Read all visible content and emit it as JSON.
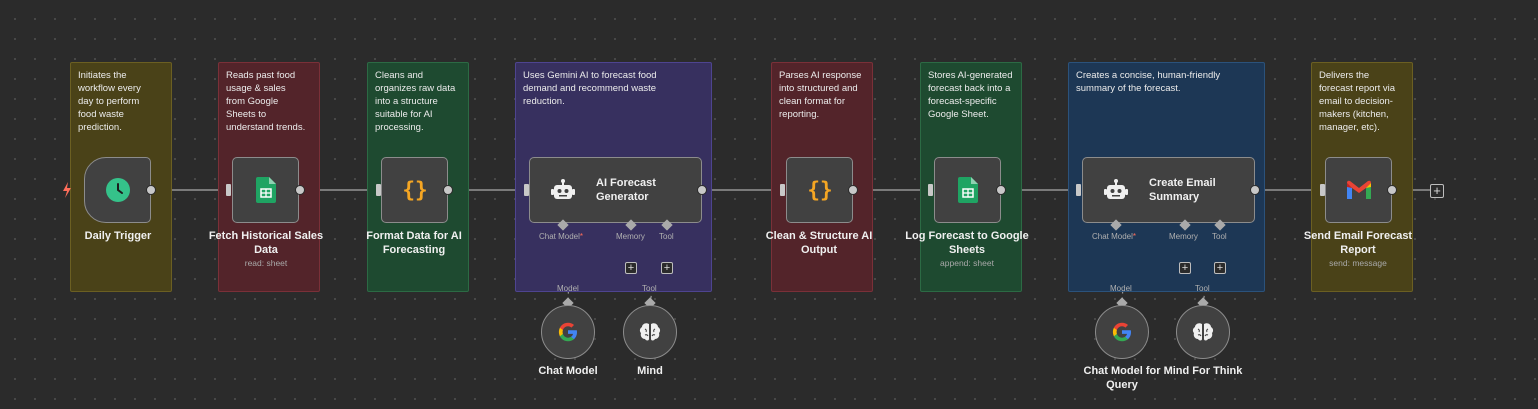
{
  "notes": [
    {
      "text": "Initiates the workflow every day to perform food waste prediction.",
      "color": "yellow"
    },
    {
      "text": "Reads past food usage & sales from Google Sheets to understand trends.",
      "color": "red"
    },
    {
      "text": "Cleans and organizes raw data into a structure suitable for AI processing.",
      "color": "green"
    },
    {
      "text": "Uses Gemini AI to forecast food demand and recommend waste reduction.",
      "color": "purple"
    },
    {
      "text": "Parses AI response into structured and clean format for reporting.",
      "color": "red"
    },
    {
      "text": "Stores AI-generated forecast back into a forecast-specific Google Sheet.",
      "color": "green"
    },
    {
      "text": "Creates a concise, human-friendly summary of the forecast.",
      "color": "blue"
    },
    {
      "text": "Delivers the forecast report via email to decision-makers (kitchen, manager, etc).",
      "color": "yellow"
    }
  ],
  "nodes": {
    "daily_trigger": {
      "title": "Daily Trigger",
      "icon": "clock-icon"
    },
    "fetch_sales": {
      "title": "Fetch Historical Sales Data",
      "subtitle": "read: sheet",
      "icon": "google-sheets-icon"
    },
    "format_data": {
      "title": "Format Data for AI Forecasting",
      "icon": "code-braces-icon"
    },
    "ai_forecast": {
      "title": "AI Forecast Generator",
      "icon": "robot-icon"
    },
    "clean_output": {
      "title": "Clean & Structure AI Output",
      "icon": "code-braces-icon"
    },
    "log_forecast": {
      "title": "Log Forecast to Google Sheets",
      "subtitle": "append: sheet",
      "icon": "google-sheets-icon"
    },
    "create_summary": {
      "title": "Create Email Summary",
      "icon": "robot-icon"
    },
    "send_email": {
      "title": "Send Email Forecast Report",
      "subtitle": "send: message",
      "icon": "gmail-icon"
    }
  },
  "agent_ports": {
    "chat_model": "Chat Model",
    "required_mark": "*",
    "memory": "Memory",
    "tool": "Tool",
    "plus": "+"
  },
  "sub_nodes": {
    "chat_model_1": {
      "title": "Chat Model",
      "link_label": "Model",
      "icon": "google-icon"
    },
    "mind": {
      "title": "Mind",
      "link_label": "Tool",
      "icon": "brain-icon"
    },
    "chat_model_2": {
      "title": "Chat Model for Query",
      "link_label": "Model",
      "icon": "google-icon"
    },
    "mind_think": {
      "title": "Mind For Think",
      "link_label": "Tool",
      "icon": "brain-icon"
    }
  },
  "end_add_button": "+",
  "colors": {
    "yellow_note": "#4a4218",
    "red_note": "#53242a",
    "green_note": "#1e4a30",
    "purple_note": "#37305f",
    "blue_note": "#1d3755",
    "trigger_bolt": "#ff6d5a",
    "clock_green": "#35c28a",
    "code_orange": "#f5a623"
  }
}
